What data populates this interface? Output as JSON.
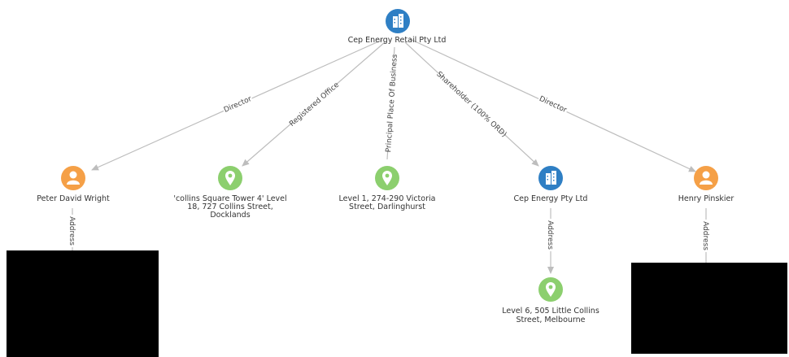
{
  "nodes": {
    "company_main": {
      "label": "Cep Energy Retail Pty Ltd",
      "type": "company",
      "icon": "building-icon"
    },
    "peter": {
      "label": "Peter David Wright",
      "type": "person",
      "icon": "person-icon"
    },
    "addr_collins_square": {
      "label_lines": [
        "'collins Square Tower 4' Level",
        "18, 727 Collins Street,",
        "Docklands"
      ],
      "type": "address",
      "icon": "map-pin-icon"
    },
    "addr_victoria": {
      "label_lines": [
        "Level 1, 274-290 Victoria",
        "Street, Darlinghurst"
      ],
      "type": "address",
      "icon": "map-pin-icon"
    },
    "company_energy": {
      "label": "Cep Energy Pty Ltd",
      "type": "company",
      "icon": "building-icon"
    },
    "henry": {
      "label": "Henry Pinskier",
      "type": "person",
      "icon": "person-icon"
    },
    "addr_little_collins": {
      "label_lines": [
        "Level 6, 505 Little Collins",
        "Street, Melbourne"
      ],
      "type": "address",
      "icon": "map-pin-icon"
    }
  },
  "edges": {
    "main_peter": "Director",
    "main_collins_square": "Registered Office",
    "main_victoria": "Principal Place Of Business",
    "main_energy": "Shareholder (100% ORD)",
    "main_henry": "Director",
    "peter_address": "Address",
    "energy_address": "Address",
    "henry_address": "Address"
  },
  "colors": {
    "company": "#2f7fc4",
    "person": "#f5a047",
    "address": "#8ccf6e",
    "edge": "#bdbdbd",
    "redaction": "#000000"
  }
}
